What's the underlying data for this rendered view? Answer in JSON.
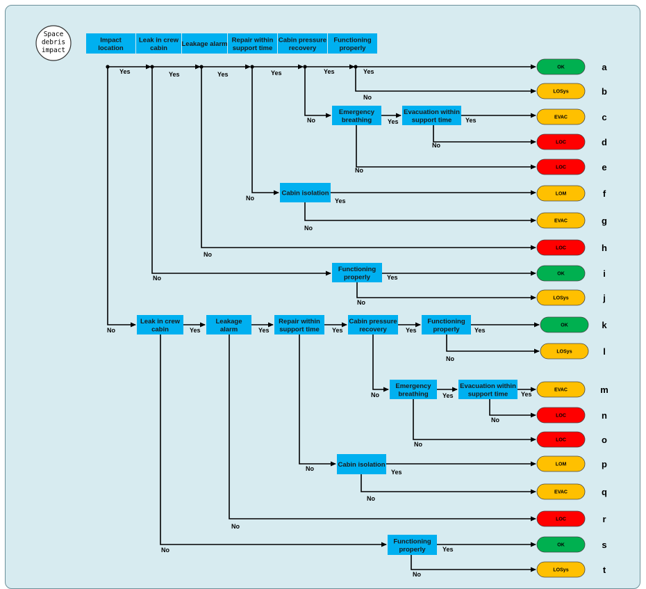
{
  "start": {
    "lines": [
      "Space",
      "debris",
      "impact"
    ]
  },
  "header": [
    "Impact location",
    "Leak in crew cabin",
    "Leakage alarm",
    "Repair within support time",
    "Cabin pressure recovery",
    "Functioning properly"
  ],
  "labels": {
    "yes": "Yes",
    "no": "No"
  },
  "boxes": {
    "emergency_breathing": "Emergency breathing",
    "evacuation": "Evacuation within support time",
    "cabin_isolation": "Cabin isolation",
    "functioning_properly": "Functioning properly",
    "leak_in_crew_cabin": "Leak in crew cabin",
    "leakage_alarm": "Leakage alarm",
    "repair_within_support_time": "Repair within support time",
    "cabin_pressure_recovery": "Cabin pressure recovery"
  },
  "outcomes": [
    {
      "id": "a",
      "label": "OK"
    },
    {
      "id": "b",
      "label": "LOSys"
    },
    {
      "id": "c",
      "label": "EVAC"
    },
    {
      "id": "d",
      "label": "LOC"
    },
    {
      "id": "e",
      "label": "LOC"
    },
    {
      "id": "f",
      "label": "LOM"
    },
    {
      "id": "g",
      "label": "EVAC"
    },
    {
      "id": "h",
      "label": "LOC"
    },
    {
      "id": "i",
      "label": "OK"
    },
    {
      "id": "j",
      "label": "LOSys"
    },
    {
      "id": "k",
      "label": "OK"
    },
    {
      "id": "l",
      "label": "LOSys"
    },
    {
      "id": "m",
      "label": "EVAC"
    },
    {
      "id": "n",
      "label": "LOC"
    },
    {
      "id": "o",
      "label": "LOC"
    },
    {
      "id": "p",
      "label": "LOM"
    },
    {
      "id": "q",
      "label": "EVAC"
    },
    {
      "id": "r",
      "label": "LOC"
    },
    {
      "id": "s",
      "label": "OK"
    },
    {
      "id": "t",
      "label": "LOSys"
    }
  ],
  "outcome_colors": {
    "OK": "#00b050",
    "LOSys": "#ffc000",
    "EVAC": "#ffc000",
    "LOM": "#ffc000",
    "LOC": "#ff0000"
  },
  "box_color": "#00b0f0"
}
